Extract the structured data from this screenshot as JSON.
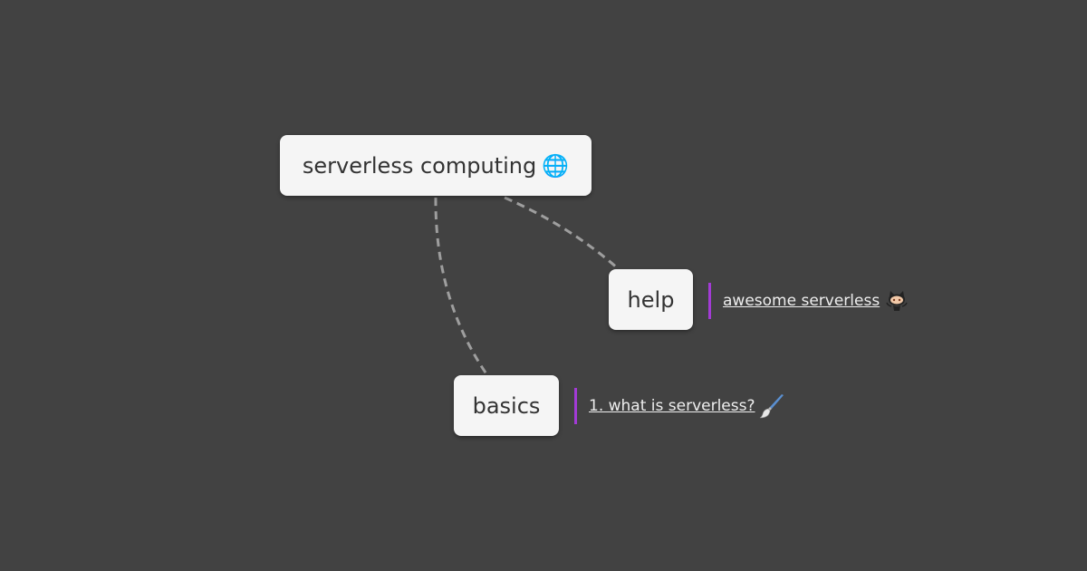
{
  "mindmap": {
    "root": {
      "label": "serverless computing",
      "icon": "globe-icon",
      "emoji": "🌐"
    },
    "children": [
      {
        "id": "help",
        "label": "help",
        "note": {
          "link_text": "awesome serverless",
          "icon": "github-octocat-icon"
        }
      },
      {
        "id": "basics",
        "label": "basics",
        "note": {
          "link_text": "1. what is serverless?",
          "icon": "paintbrush-icon"
        }
      }
    ]
  },
  "colors": {
    "background": "#424242",
    "node": "#f5f5f5",
    "link": "#9e9e9e",
    "note_accent": "#a33bd6",
    "note_text": "#eeeeee"
  }
}
